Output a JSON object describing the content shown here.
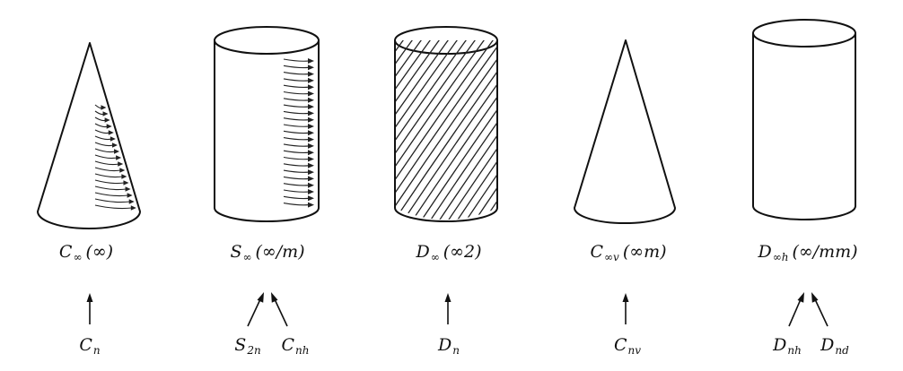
{
  "groups": [
    {
      "top": {
        "base": "C",
        "sub": "∞",
        "paren": "(∞)"
      },
      "bottom": [
        {
          "base": "C",
          "sub": "n"
        }
      ]
    },
    {
      "top": {
        "base": "S",
        "sub": "∞",
        "paren": "(∞/m)"
      },
      "bottom": [
        {
          "base": "S",
          "sub": "2n"
        },
        {
          "base": "C",
          "sub": "nh"
        }
      ]
    },
    {
      "top": {
        "base": "D",
        "sub": "∞",
        "paren": "(∞2)"
      },
      "bottom": [
        {
          "base": "D",
          "sub": "n"
        }
      ]
    },
    {
      "top": {
        "base": "C",
        "sub": "∞v",
        "paren": "(∞m)"
      },
      "bottom": [
        {
          "base": "C",
          "sub": "nv"
        }
      ]
    },
    {
      "top": {
        "base": "D",
        "sub": "∞h",
        "paren": "(∞/mm)"
      },
      "bottom": [
        {
          "base": "D",
          "sub": "nh"
        },
        {
          "base": "D",
          "sub": "nd"
        }
      ]
    }
  ]
}
